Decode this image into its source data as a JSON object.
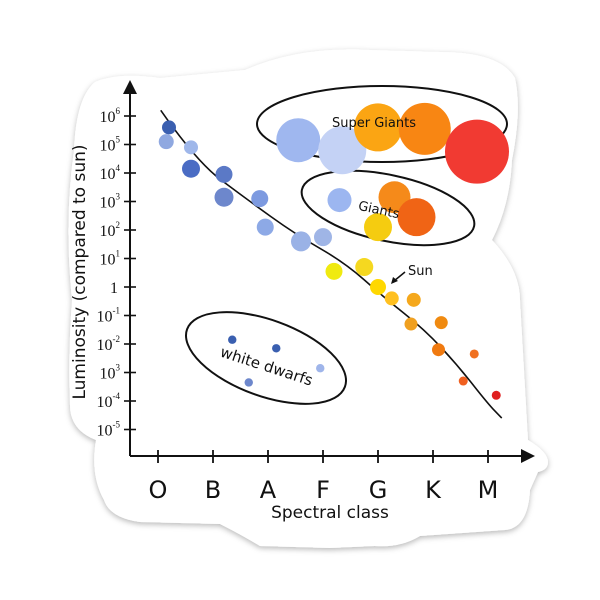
{
  "chart_data": {
    "type": "scatter",
    "x_axis": {
      "title": "Spectral class",
      "categories": [
        "O",
        "B",
        "A",
        "F",
        "G",
        "K",
        "M"
      ]
    },
    "y_axis": {
      "title": "Luminosity (compared to sun)",
      "scale": "log",
      "ticks": [
        {
          "base": "10",
          "exp": "6"
        },
        {
          "base": "10",
          "exp": "5"
        },
        {
          "base": "10",
          "exp": "4"
        },
        {
          "base": "10",
          "exp": "3"
        },
        {
          "base": "10",
          "exp": "2"
        },
        {
          "base": "10",
          "exp": "1"
        },
        {
          "base": "1",
          "exp": ""
        },
        {
          "base": "10",
          "exp": "-1"
        },
        {
          "base": "10",
          "exp": "-2"
        },
        {
          "base": "10",
          "exp": "3"
        },
        {
          "base": "10",
          "exp": "-4"
        },
        {
          "base": "10",
          "exp": "-5"
        }
      ]
    },
    "groups": {
      "super_giants": "Super Giants",
      "giants": "Giants",
      "white_dwarfs": "white dwarfs",
      "sun": "Sun"
    },
    "main_sequence": [
      {
        "class": 0.2,
        "log_l": 5.6,
        "size": 7,
        "color": "#3a5fb0"
      },
      {
        "class": 0.15,
        "log_l": 5.1,
        "size": 7.5,
        "color": "#8fa8e0"
      },
      {
        "class": 0.6,
        "log_l": 4.9,
        "size": 7,
        "color": "#9fb7ea"
      },
      {
        "class": 0.6,
        "log_l": 4.15,
        "size": 9,
        "color": "#4a6cc4"
      },
      {
        "class": 1.2,
        "log_l": 3.95,
        "size": 8.5,
        "color": "#5b79c6"
      },
      {
        "class": 1.2,
        "log_l": 3.15,
        "size": 9.5,
        "color": "#6d87cc"
      },
      {
        "class": 1.85,
        "log_l": 3.1,
        "size": 8.5,
        "color": "#7d9ae0"
      },
      {
        "class": 1.95,
        "log_l": 2.1,
        "size": 8.5,
        "color": "#8da9e6"
      },
      {
        "class": 2.6,
        "log_l": 1.6,
        "size": 10,
        "color": "#9ab2e6"
      },
      {
        "class": 3.0,
        "log_l": 1.75,
        "size": 9,
        "color": "#9fb5e6"
      },
      {
        "class": 3.2,
        "log_l": 0.55,
        "size": 8.5,
        "color": "#f0ea10"
      },
      {
        "class": 3.75,
        "log_l": 0.7,
        "size": 9,
        "color": "#f5d820"
      },
      {
        "class": 4.0,
        "log_l": 0.0,
        "size": 8,
        "color": "#ffd800"
      },
      {
        "class": 4.25,
        "log_l": -0.4,
        "size": 7,
        "color": "#ffc020"
      },
      {
        "class": 4.65,
        "log_l": -0.45,
        "size": 7,
        "color": "#f5a81c"
      },
      {
        "class": 4.6,
        "log_l": -1.3,
        "size": 6.5,
        "color": "#f0a020"
      },
      {
        "class": 5.15,
        "log_l": -1.25,
        "size": 6.5,
        "color": "#f08a10"
      },
      {
        "class": 5.1,
        "log_l": -2.2,
        "size": 6.5,
        "color": "#f07a10"
      },
      {
        "class": 5.75,
        "log_l": -2.35,
        "size": 4.5,
        "color": "#f07020"
      },
      {
        "class": 5.55,
        "log_l": -3.3,
        "size": 4.5,
        "color": "#f06020"
      },
      {
        "class": 6.15,
        "log_l": -3.8,
        "size": 4.5,
        "color": "#e02020"
      }
    ],
    "giants": [
      {
        "class": 3.3,
        "log_l": 3.05,
        "size": 12,
        "color": "#9cb6f0"
      },
      {
        "class": 4.0,
        "log_l": 2.1,
        "size": 14,
        "color": "#f5cc10"
      },
      {
        "class": 4.3,
        "log_l": 3.15,
        "size": 16,
        "color": "#f58a1a"
      },
      {
        "class": 4.7,
        "log_l": 2.45,
        "size": 19,
        "color": "#f06415"
      }
    ],
    "super_giants": [
      {
        "class": 2.55,
        "log_l": 5.15,
        "size": 22,
        "color": "#9fb7ef"
      },
      {
        "class": 3.35,
        "log_l": 4.8,
        "size": 24,
        "color": "#c4d2f5"
      },
      {
        "class": 4.0,
        "log_l": 5.6,
        "size": 24,
        "color": "#fba513"
      },
      {
        "class": 4.85,
        "log_l": 5.55,
        "size": 26,
        "color": "#f88613"
      },
      {
        "class": 5.8,
        "log_l": 4.75,
        "size": 32,
        "color": "#f13a32"
      }
    ],
    "white_dwarfs": [
      {
        "class": 1.35,
        "log_l": -1.85,
        "size": 4.2,
        "color": "#3a5fb0"
      },
      {
        "class": 2.15,
        "log_l": -2.15,
        "size": 4.2,
        "color": "#3a5fb0"
      },
      {
        "class": 2.95,
        "log_l": -2.85,
        "size": 4.2,
        "color": "#9fb5ea"
      },
      {
        "class": 1.65,
        "log_l": -3.35,
        "size": 4.2,
        "color": "#6d87cc"
      }
    ],
    "main_sequence_curve": [
      {
        "class": 0.05,
        "log_l": 6.2
      },
      {
        "class": 0.7,
        "log_l": 4.4
      },
      {
        "class": 1.6,
        "log_l": 3.1
      },
      {
        "class": 2.5,
        "log_l": 1.85
      },
      {
        "class": 3.4,
        "log_l": 0.85
      },
      {
        "class": 4.1,
        "log_l": -0.35
      },
      {
        "class": 4.85,
        "log_l": -1.5
      },
      {
        "class": 5.45,
        "log_l": -2.75
      },
      {
        "class": 6.0,
        "log_l": -4.1
      },
      {
        "class": 6.25,
        "log_l": -4.6
      }
    ]
  }
}
